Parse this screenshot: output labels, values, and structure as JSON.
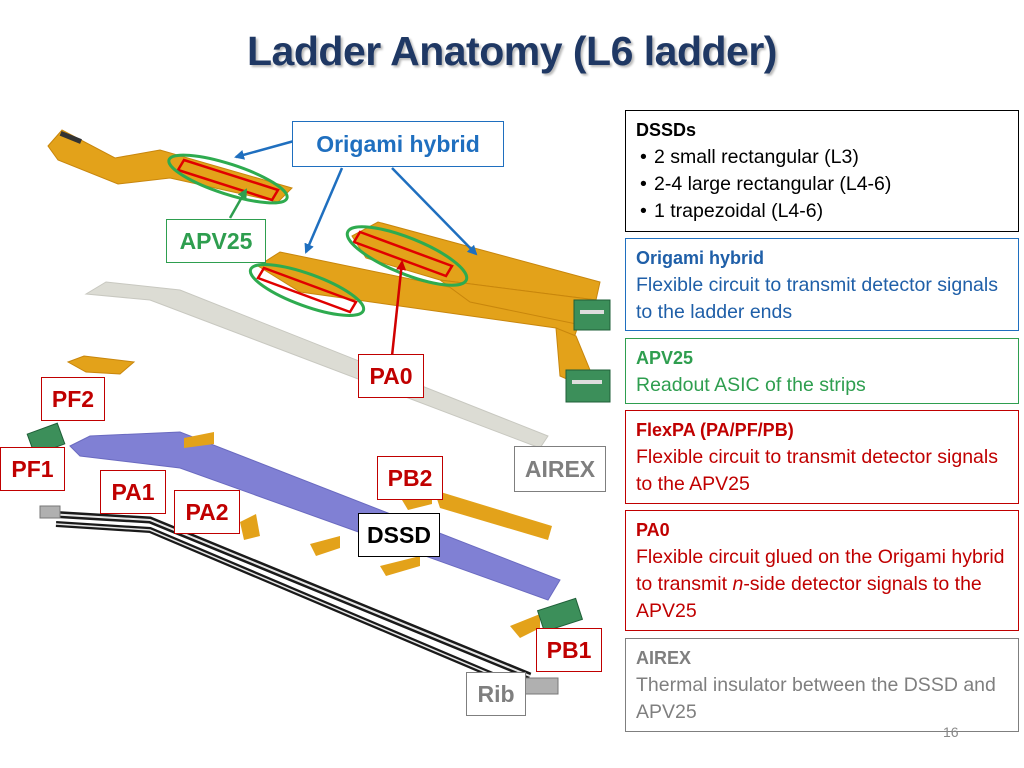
{
  "title": "Ladder Anatomy (L6 ladder)",
  "colors": {
    "title": "#1f3864",
    "blue": "#1f5fa8",
    "green": "#2e9e4f",
    "red": "#c00000",
    "gray": "#7f7f7f",
    "black": "#000000",
    "kapton": "#e3a21a",
    "dssd": "#7f7fd0",
    "airex": "#dcdcd4"
  },
  "labels": {
    "origami_hybrid": "Origami hybrid",
    "apv25": "APV25",
    "pa0": "PA0",
    "pf2": "PF2",
    "pf1": "PF1",
    "pa1": "PA1",
    "pa2": "PA2",
    "pb2": "PB2",
    "airex": "AIREX",
    "dssd": "DSSD",
    "pb1": "PB1",
    "rib": "Rib"
  },
  "legend": {
    "dssds": {
      "heading": "DSSDs",
      "items": [
        "2 small rectangular (L3)",
        "2-4 large rectangular (L4-6)",
        "1 trapezoidal (L4-6)"
      ]
    },
    "origami": {
      "heading": "Origami hybrid",
      "text": "Flexible circuit to transmit detector signals to the ladder ends"
    },
    "apv25": {
      "heading": "APV25",
      "text": "Readout ASIC of the strips"
    },
    "flexpa": {
      "heading": "FlexPA (PA/PF/PB)",
      "text": "Flexible circuit to transmit detector signals to the APV25"
    },
    "pa0": {
      "heading": "PA0",
      "text_before": "Flexible circuit glued on the Origami hybrid to transmit ",
      "text_italic": "n",
      "text_after": "-side detector signals to the APV25"
    },
    "airex": {
      "heading": "AIREX",
      "text": "Thermal insulator between the DSSD and APV25"
    }
  },
  "page_number": "16"
}
